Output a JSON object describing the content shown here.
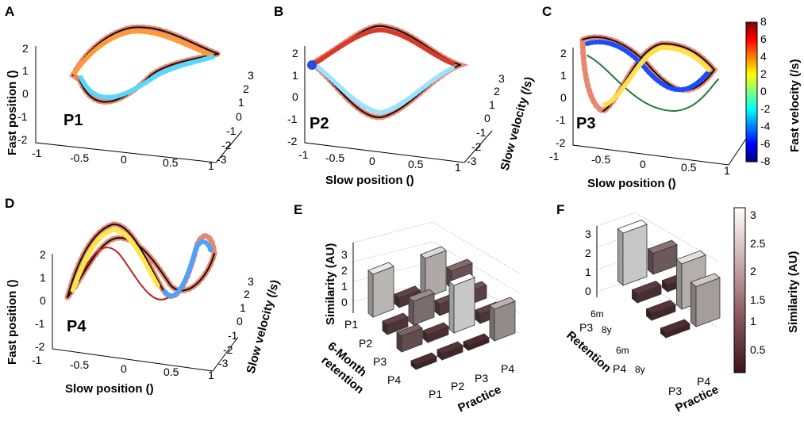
{
  "colors": {
    "slow_black": "#111111",
    "slow_dots": "#e8866f",
    "jet": [
      "#00007f",
      "#0000ff",
      "#007fff",
      "#00ffff",
      "#7fff7f",
      "#ffff00",
      "#ff7f00",
      "#ff0000",
      "#7f0000"
    ],
    "bars_dark": "#4a2228",
    "bars_light": "#ffffff"
  },
  "chart_data": [
    {
      "panel": "A",
      "type": "line",
      "projection": "3d",
      "label_text": "P1",
      "ylabel": "Fast position ()",
      "xlabel": "",
      "zlabel": "",
      "x_ticks": [
        "-1",
        "-0.5",
        "0",
        "0.5",
        "1"
      ],
      "y_ticks": [
        "-2",
        "-1",
        "0",
        "1",
        "2"
      ],
      "z_ticks": [
        "3",
        "2",
        "1",
        "0",
        "-1",
        "-2",
        "-3"
      ],
      "xlim": [
        -1,
        1
      ],
      "ylim": [
        -2,
        2
      ],
      "zlim": [
        -3,
        3
      ]
    },
    {
      "panel": "B",
      "type": "line",
      "projection": "3d",
      "label_text": "P2",
      "ylabel": "",
      "xlabel": "Slow position ()",
      "zlabel": "Slow velocity (/s)",
      "x_ticks": [
        "-1",
        "-0.5",
        "0",
        "0.5",
        "1"
      ],
      "y_ticks": [
        "-2",
        "-1",
        "0",
        "1",
        "2"
      ],
      "z_ticks": [
        "3",
        "2",
        "1",
        "0",
        "-1",
        "-2",
        "-3"
      ],
      "xlim": [
        -1,
        1
      ],
      "ylim": [
        -2,
        2
      ],
      "zlim": [
        -3,
        3
      ]
    },
    {
      "panel": "C",
      "type": "line",
      "projection": "3d",
      "label_text": "P3",
      "ylabel": "",
      "xlabel": "Slow position ()",
      "zlabel": "",
      "x_ticks": [
        "-1",
        "-0.5",
        "0",
        "0.5",
        "1"
      ],
      "y_ticks": [
        "-2",
        "-1",
        "0",
        "1",
        "2"
      ],
      "z_ticks": [],
      "xlim": [
        -1,
        1
      ],
      "ylim": [
        -2,
        2
      ],
      "colorbar": {
        "label": "Fast velocity (/s)",
        "ticks": [
          "8",
          "6",
          "4",
          "2",
          "0",
          "-2",
          "-4",
          "-6",
          "-8"
        ],
        "range": [
          -8,
          8
        ],
        "colormap": "jet"
      }
    },
    {
      "panel": "D",
      "type": "line",
      "projection": "3d",
      "label_text": "P4",
      "ylabel": "Fast position ()",
      "xlabel": "Slow position ()",
      "zlabel": "Slow velocity (/s)",
      "x_ticks": [
        "-1",
        "-0.5",
        "0",
        "0.5",
        "1"
      ],
      "y_ticks": [
        "-2",
        "-1",
        "0",
        "1",
        "2"
      ],
      "z_ticks": [
        "3",
        "2",
        "1",
        "0",
        "-1",
        "-2",
        "-3"
      ],
      "xlim": [
        -1,
        1
      ],
      "ylim": [
        -2,
        2
      ],
      "zlim": [
        -3,
        3
      ]
    },
    {
      "panel": "E",
      "type": "bar",
      "projection": "3d",
      "zlabel": "Similarity (AU)",
      "z_ticks": [
        "3",
        "2",
        "1",
        "0"
      ],
      "zlim": [
        0,
        3
      ],
      "row_axis_label": [
        "6-Month",
        "retention"
      ],
      "col_axis_label": "Practice",
      "rows": [
        "P1",
        "P2",
        "P3",
        "P4"
      ],
      "columns": [
        "P1",
        "P2",
        "P3",
        "P4"
      ],
      "values": [
        [
          2.7,
          0.6,
          2.5,
          1.1
        ],
        [
          0.6,
          1.5,
          0.7,
          0.8
        ],
        [
          1.0,
          0.5,
          3.0,
          0.6
        ],
        [
          0.3,
          0.4,
          0.3,
          2.0
        ]
      ]
    },
    {
      "panel": "F",
      "type": "bar",
      "projection": "3d",
      "zlabel": "",
      "z_ticks": [
        "3",
        "2",
        "1",
        "0"
      ],
      "zlim": [
        0,
        3
      ],
      "row_axis_label": "Retention",
      "col_axis_label": "Practice",
      "rows": [
        "6m",
        "P3",
        "8y",
        "6m",
        "P4",
        "8y"
      ],
      "row_groups": [
        {
          "name": "P3",
          "sub": [
            "6m",
            "8y"
          ]
        },
        {
          "name": "P4",
          "sub": [
            "6m",
            "8y"
          ]
        }
      ],
      "columns": [
        "P3",
        "P4"
      ],
      "values": [
        [
          3.0,
          1.2
        ],
        [
          0.5,
          0.4
        ],
        [
          0.4,
          2.6
        ],
        [
          0.3,
          2.3
        ]
      ],
      "colorbar": {
        "label": "Similarity (AU)",
        "ticks": [
          "3",
          "2.5",
          "2",
          "1.5",
          "1",
          "0.5"
        ],
        "range": [
          0,
          3
        ],
        "colormap": "pink"
      }
    }
  ]
}
